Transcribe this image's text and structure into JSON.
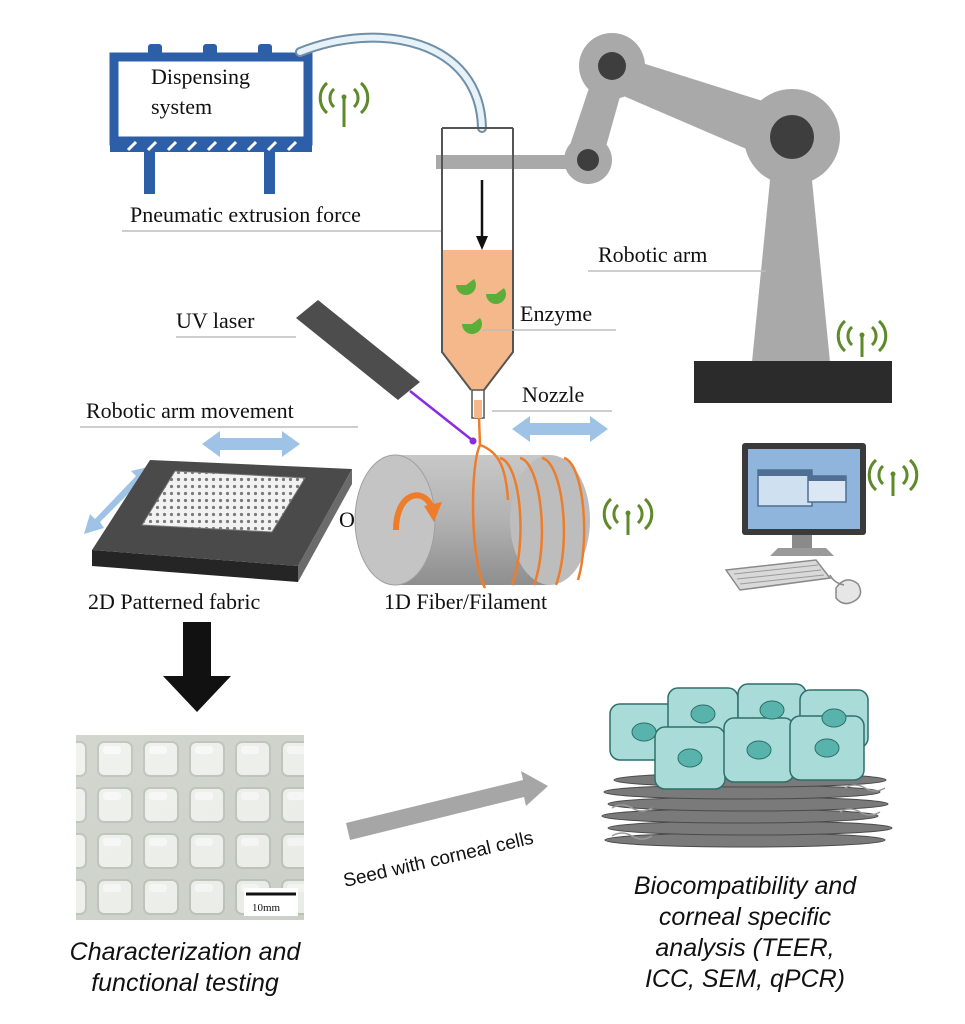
{
  "labels": {
    "dispensing_line1": "Dispensing",
    "dispensing_line2": "system",
    "pneumatic": "Pneumatic extrusion force",
    "robotic_arm": "Robotic arm",
    "enzyme": "Enzyme",
    "uv_laser": "UV laser",
    "nozzle": "Nozzle",
    "arm_movement": "Robotic arm movement",
    "or": "Or",
    "fabric_2d": "2D Patterned fabric",
    "fiber_1d": "1D Fiber/Filament",
    "scale_bar": "10mm",
    "seed": "Seed with corneal cells"
  },
  "captions": {
    "characterization_line1": "Characterization and",
    "characterization_line2": "functional testing",
    "bio_line1": "Biocompatibility and",
    "bio_line2": "corneal specific",
    "bio_line3": "analysis (TEER,",
    "bio_line4": "ICC, SEM, qPCR)"
  },
  "colors": {
    "dispenser_blue": "#2d5fa8",
    "ink_orange": "#f4b88a",
    "filament_orange": "#ee7d2b",
    "enzyme_green": "#5cae3a",
    "arm_gray": "#a9a9a9",
    "base_black": "#2b2b2b",
    "arrow_lightblue": "#9fc3e6",
    "cell_teal": "#a9dcd8",
    "nucleus_teal": "#59b3ad",
    "wifi_green": "#5f8a2a"
  },
  "icons": [
    "wifi-icon",
    "computer-icon",
    "robotic-arm-icon",
    "dispensing-system-icon",
    "syringe-icon",
    "uv-laser-icon",
    "rotating-mandrel-icon",
    "patterned-fabric-icon",
    "cell-layer-icon"
  ]
}
